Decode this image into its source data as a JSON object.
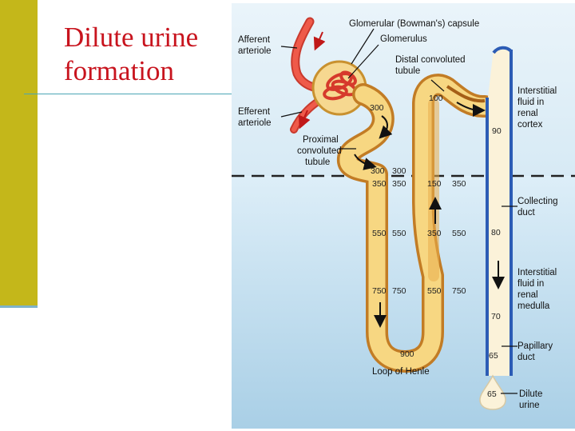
{
  "slide": {
    "title_line1": "Dilute urine",
    "title_line2": "formation",
    "accent_color": "#c4b71a",
    "title_color": "#c8141e"
  },
  "diagram": {
    "labels": {
      "glomerular_capsule": "Glomerular (Bowman's) capsule",
      "glomerulus": "Glomerulus",
      "afferent_1": "Afferent",
      "afferent_2": "arteriole",
      "efferent_1": "Efferent",
      "efferent_2": "arteriole",
      "distal_1": "Distal convoluted",
      "distal_2": "tubule",
      "proximal_1": "Proximal",
      "proximal_2": "convoluted",
      "proximal_3": "tubule",
      "interstitial_cortex_1": "Interstitial",
      "interstitial_cortex_2": "fluid in",
      "interstitial_cortex_3": "renal",
      "interstitial_cortex_4": "cortex",
      "collecting_1": "Collecting",
      "collecting_2": "duct",
      "interstitial_medulla_1": "Interstitial",
      "interstitial_medulla_2": "fluid in",
      "interstitial_medulla_3": "renal",
      "interstitial_medulla_4": "medulla",
      "papillary_1": "Papillary",
      "papillary_2": "duct",
      "loop": "Loop of Henle",
      "dilute_1": "Dilute",
      "dilute_2": "urine"
    },
    "values": {
      "capsule": "300",
      "pct_end": "300",
      "cortex_top": "300",
      "desc_1": "350",
      "interstitial_1a": "350",
      "desc_2": "550",
      "interstitial_2a": "550",
      "desc_3": "750",
      "interstitial_3a": "750",
      "bottom": "900",
      "asc_1": "150",
      "interstitial_1b": "350",
      "asc_2": "350",
      "interstitial_2b": "550",
      "asc_3": "550",
      "interstitial_3b": "750",
      "dct": "100",
      "cd_cortex": "90",
      "cd_1": "80",
      "cd_2": "70",
      "cd_3": "65",
      "urine": "65"
    },
    "colors": {
      "tubule": "#f5d07a",
      "tubule_wall": "#c27c25",
      "vessel": "#e8473c",
      "collecting_wall": "#2c5cb5",
      "medulla": "#c8e0ef"
    }
  }
}
